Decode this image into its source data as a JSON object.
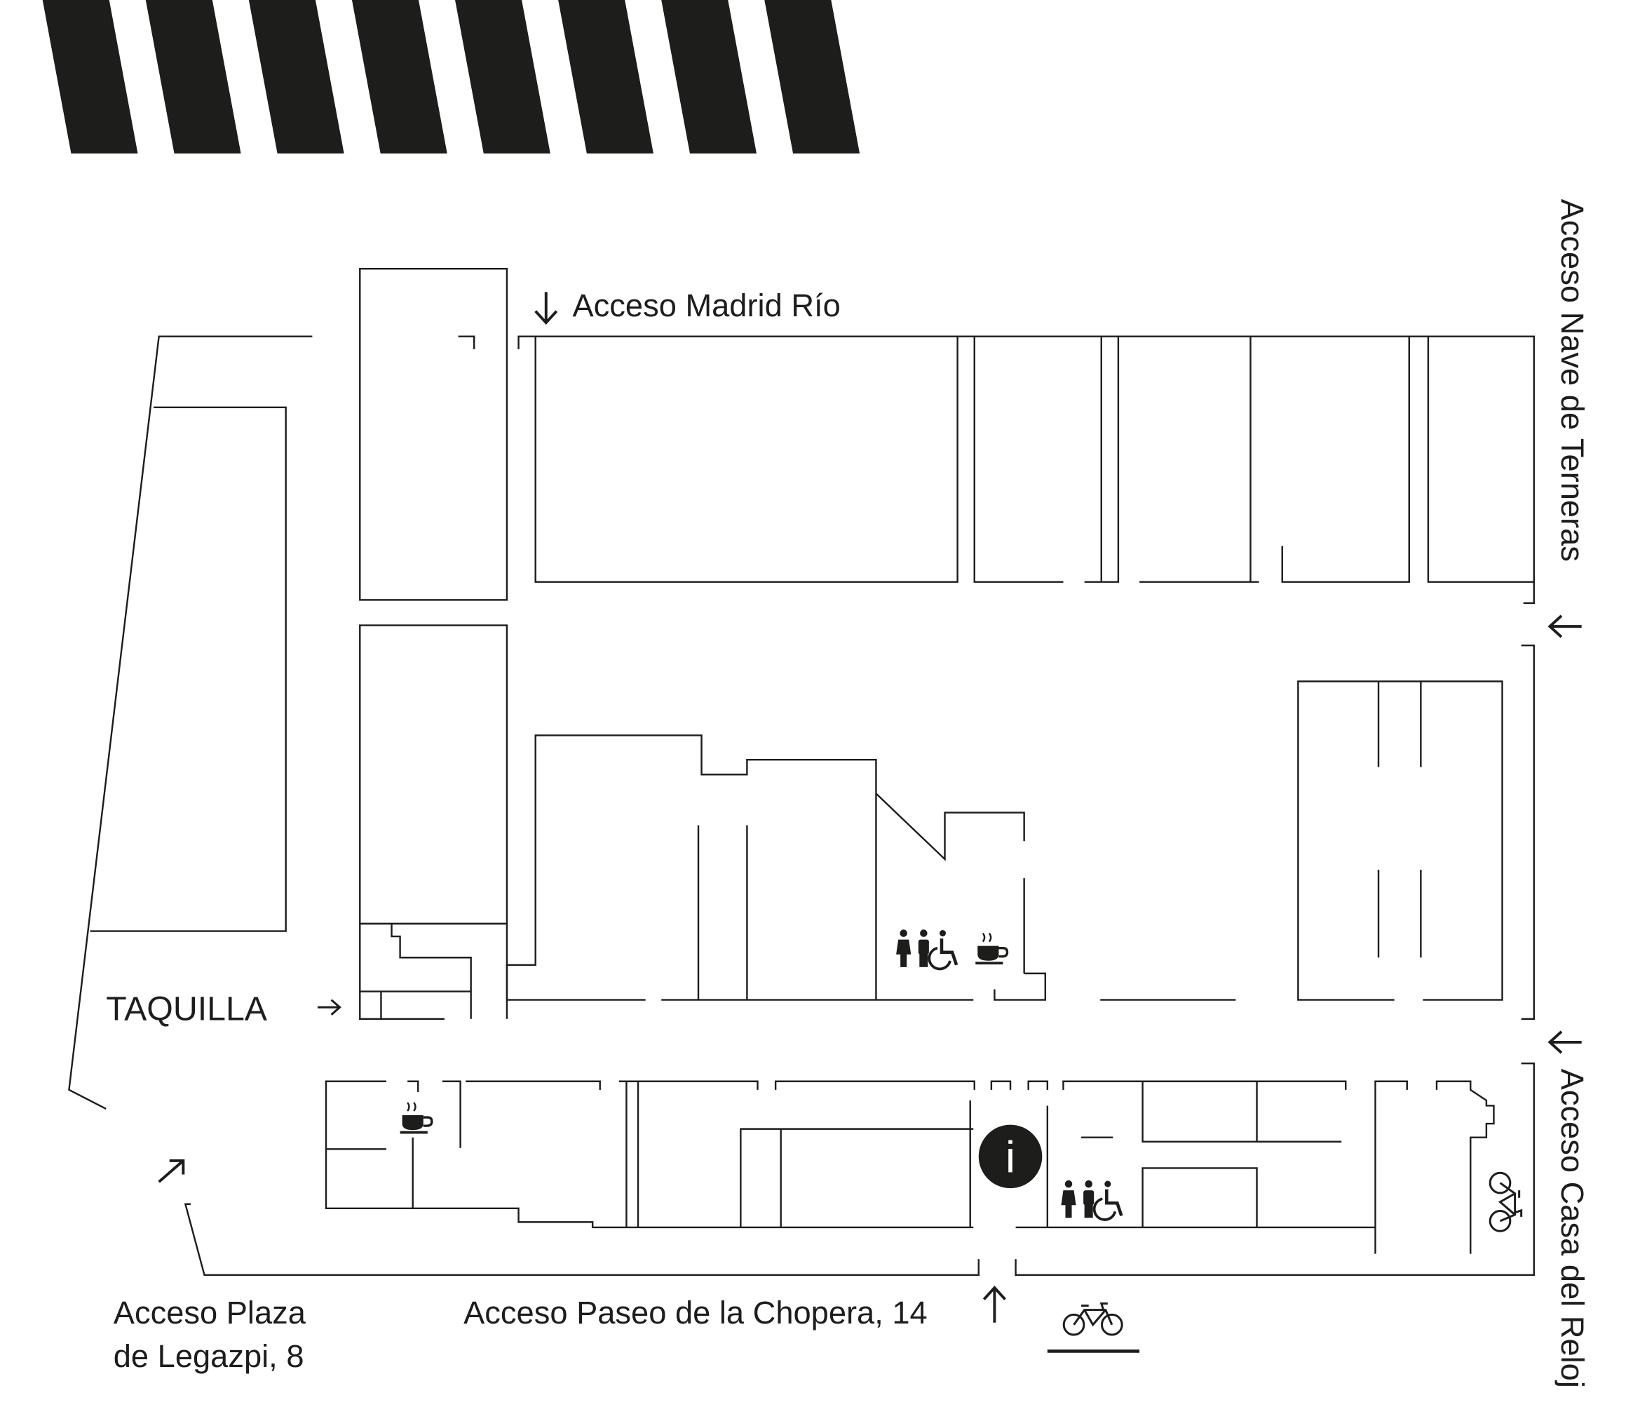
{
  "labels": {
    "madrid_rio": "Acceso Madrid Río",
    "nave_terneras": "Acceso Nave de Terneras",
    "casa_reloj": "Acceso Casa del Reloj",
    "taquilla": "TAQUILLA",
    "legazpi_line1": "Acceso Plaza",
    "legazpi_line2": "de Legazpi, 8",
    "chopera": "Acceso Paseo de la Chopera, 14",
    "info": "i"
  },
  "colors": {
    "ink": "#1d1d1b",
    "background": "#ffffff"
  }
}
